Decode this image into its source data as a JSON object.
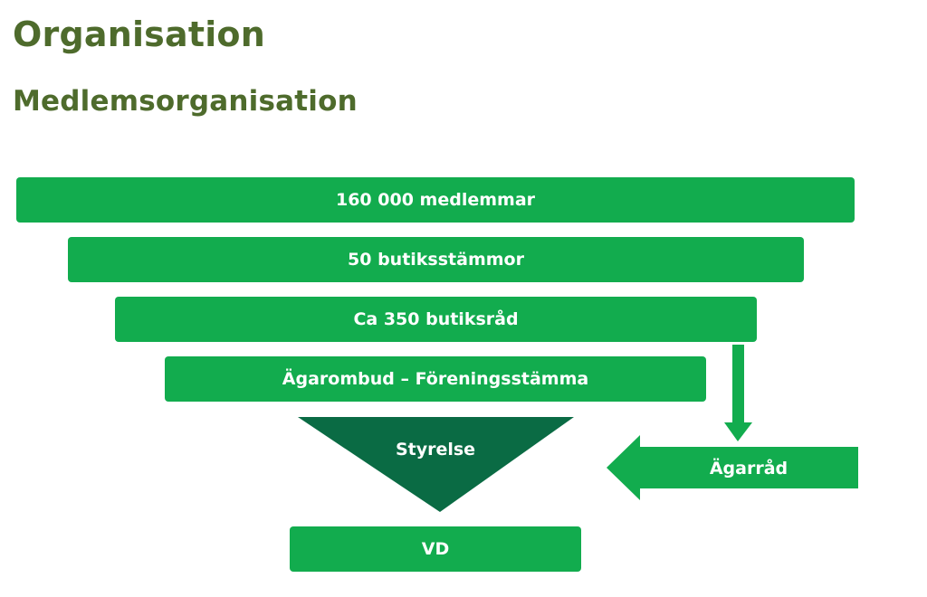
{
  "header": {
    "title": "Organisation",
    "subtitle": "Medlemsorganisation"
  },
  "diagram": {
    "levels": [
      "160 000 medlemmar",
      "50 butiksstämmor",
      "Ca 350 butiksråd",
      "Ägarombud – Föreningsstämma"
    ],
    "board": "Styrelse",
    "ceo": "VD",
    "owner_council": "Ägarråd"
  },
  "colors": {
    "heading": "#4e6b2c",
    "bar": "#12ac4e",
    "board_triangle": "#0a6b44",
    "text_on_bar": "#ffffff"
  }
}
